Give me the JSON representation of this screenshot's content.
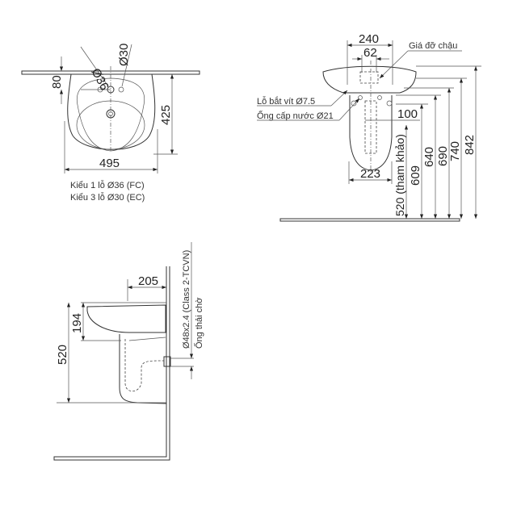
{
  "top_view": {
    "dim_hole_36": "Ø36",
    "dim_hole_30": "Ø30",
    "dim_80": "80",
    "dim_425": "425",
    "dim_495": "495",
    "note_1": "Kiểu 1 lỗ Ø36 (FC)",
    "note_2": "Kiểu 3 lỗ Ø30 (EC)"
  },
  "front_view": {
    "dim_240": "240",
    "dim_62": "62",
    "label_bracket": "Giá đỡ chậu",
    "label_screw": "Lỗ bắt vít Ø7.5",
    "label_supply": "Ống cấp nước Ø21",
    "dim_100": "100",
    "dim_223": "223",
    "dim_520": "520 (tham khảo)",
    "dim_609": "609",
    "dim_640": "640",
    "dim_690": "690",
    "dim_740": "740",
    "dim_842": "842"
  },
  "side_view": {
    "dim_205": "205",
    "dim_194": "194",
    "dim_520": "520",
    "label_pipe_spec": "Ø48x2.4 (Class 2-TCVN)",
    "label_waste": "Ống thải chờ"
  }
}
